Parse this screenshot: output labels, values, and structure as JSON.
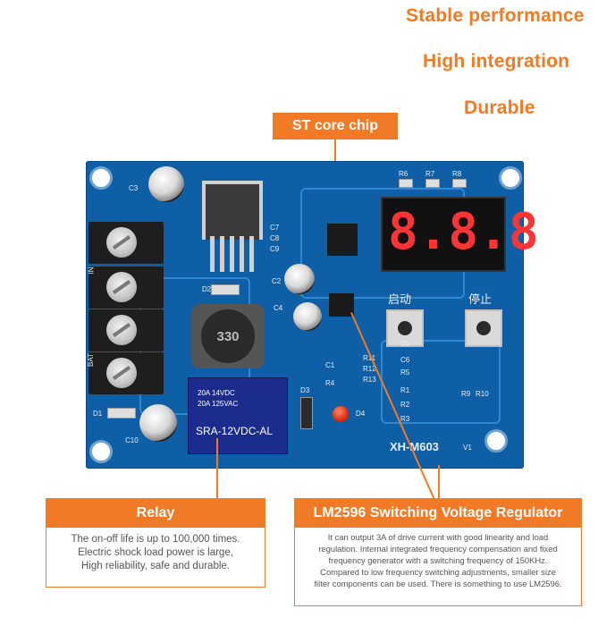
{
  "features": [
    "Stable performance",
    "High integration",
    "Durable"
  ],
  "chip_callout": {
    "label": "ST core chip"
  },
  "board": {
    "model": "XH-M603",
    "version": "V1",
    "display_value": "8.8.8",
    "button_start": "启动",
    "button_stop": "停止",
    "inductor_marking": "330",
    "relay_lines": [
      "20A 14VDC",
      "20A 125VAC",
      "SRA-12VDC-AL"
    ],
    "silk": [
      "C3",
      "C7",
      "C8",
      "C9",
      "C2",
      "C4",
      "D2",
      "D1",
      "C10",
      "D3",
      "D4",
      "C1",
      "R4",
      "R6",
      "R7",
      "R8",
      "R11",
      "R12",
      "R13",
      "C6",
      "R5",
      "R1",
      "R2",
      "R3",
      "R9",
      "R10",
      "C5",
      "IN",
      "BAT"
    ]
  },
  "relay_callout": {
    "title": "Relay",
    "lines": [
      "The on-off life is up to 100,000 times.",
      "Electric shock load power is large,",
      "High reliability, safe and durable."
    ]
  },
  "regulator_callout": {
    "title": "LM2596 Switching Voltage Regulator",
    "lines": [
      "It can output 3A of drive current with good linearity and load",
      "regulation. Internal integrated frequency compensation and fixed",
      "frequency generator with a switching frequency of 150KHz.",
      "Compared to low frequency switching adjustments, smaller size",
      "filter components can be used. There is something to use LM2596."
    ]
  },
  "colors": {
    "accent": "#f07a25",
    "pcb": "#0e5fa6",
    "segment": "#ff3535"
  }
}
